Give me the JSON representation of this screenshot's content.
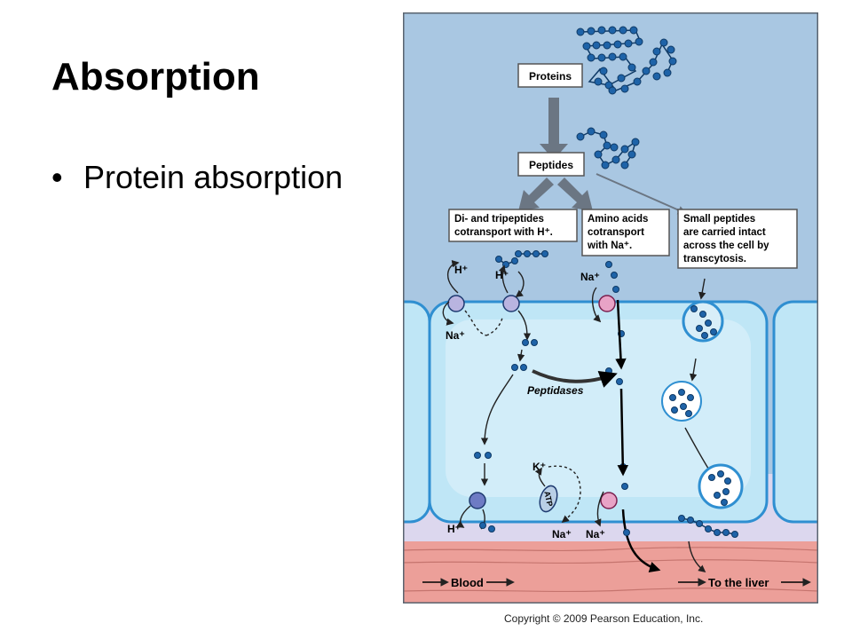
{
  "slide": {
    "title": "Absorption",
    "bullets": [
      {
        "marker": "•",
        "text": "Protein absorption"
      }
    ]
  },
  "diagram": {
    "boxes": {
      "proteins": "Proteins",
      "peptides": "Peptides",
      "di_tri": [
        "Di- and tripeptides",
        "cotransport with H⁺."
      ],
      "amino": [
        "Amino acids",
        "cotransport",
        "with Na⁺."
      ],
      "small": [
        "Small peptides",
        "are carried intact",
        "across the cell by",
        "transcytosis."
      ]
    },
    "labels": {
      "h_apical_1": "H⁺",
      "h_apical_2": "H⁺",
      "na_apical_1": "Na⁺",
      "na_apical_2": "Na⁺",
      "peptidases": "Peptidases",
      "k_basal": "K⁺",
      "atp": "ATP",
      "h_basal": "H⁺",
      "na_basal_1": "Na⁺",
      "na_basal_2": "Na⁺",
      "blood": "Blood",
      "to_liver": "To the liver"
    },
    "colors": {
      "lumen": "#a9c7e2",
      "cell": "#bfe6f6",
      "cell_border": "#2f8fd1",
      "interstitial": "#dcd7ee",
      "blood": "#ec9f99",
      "bead": "#1e63a8",
      "peptide_transporter": "#b9b4e0",
      "sodium_transporter": "#e8a3c6"
    }
  },
  "copyright": "Copyright © 2009 Pearson Education, Inc."
}
